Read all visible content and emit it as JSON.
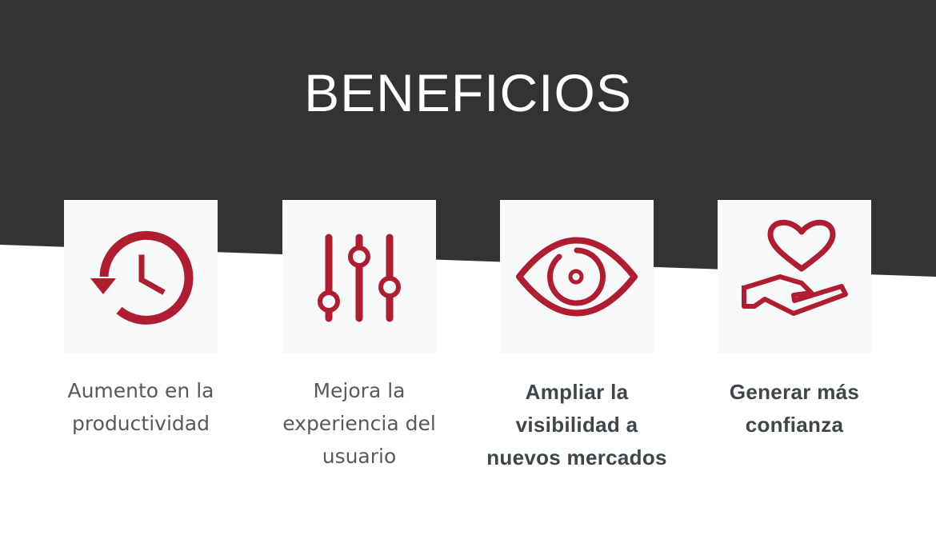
{
  "header": {
    "title": "BENEFICIOS"
  },
  "colors": {
    "band": "#333333",
    "accent": "#b01c30",
    "card_bg": "#f7f9fa"
  },
  "benefits": [
    {
      "icon": "history-clock-icon",
      "caption": "Aumento en la\nproductividad"
    },
    {
      "icon": "sliders-icon",
      "caption": "Mejora la\nexperiencia del\nusuario"
    },
    {
      "icon": "eye-icon",
      "caption": "Ampliar la\nvisibilidad a\nnuevos mercados"
    },
    {
      "icon": "heart-hand-icon",
      "caption": "Generar más\nconfianza"
    }
  ]
}
